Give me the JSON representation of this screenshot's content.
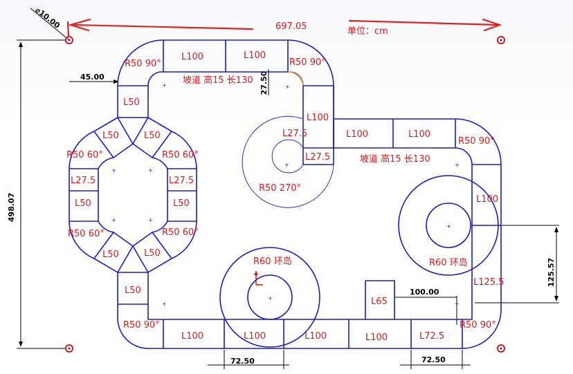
{
  "header": {
    "total_width": "697.05",
    "unit_label": "单位：cm",
    "hole_diameter": "⌀10.00"
  },
  "dimensions": {
    "total_height": "498.07",
    "left_offset": "45.00",
    "ramp_rise": "27.50",
    "right_circle_offset": "125.57",
    "bottom_offset_right": "100.00",
    "bottom_left_gap": "72.50",
    "bottom_right_gap": "72.50"
  },
  "segments": {
    "top_l100_a": "L100",
    "top_l100_b": "L100",
    "top_r50_left": "R50 90°",
    "top_r50_right": "R50 90°",
    "ramp_top": "坡道 高15 长130",
    "left_l50_top": "L50",
    "oct_l50_tl": "L50",
    "oct_l50_tr": "L50",
    "oct_r50_tl": "R50 60°",
    "oct_r50_tr": "R50 60°",
    "oct_l275_left": "L27.5",
    "oct_l275_right": "L27.5",
    "oct_l50_left": "L50",
    "oct_l50_right": "L50",
    "oct_r50_bl": "R50 60°",
    "oct_r50_br": "R50 60°",
    "oct_l50_bl": "L50",
    "oct_l50_br": "L50",
    "left_l50_bottom": "L50",
    "bottom_r50_left": "R50 90°",
    "mid_l100_vert": "L100",
    "loop_l275_top": "L27.5",
    "loop_l275_bottom": "L27.5",
    "loop_r50": "R50 270°",
    "mid_l100_a": "L100",
    "mid_l100_b": "L100",
    "mid_r50_right": "R50 90°",
    "ramp_mid": "坡道 高15 长130",
    "right_l100": "L100",
    "right_circle": "R60 环岛",
    "right_l1255": "L125.5",
    "center_circle": "R60 环岛",
    "bottom_l100_a": "L100",
    "bottom_l100_b": "L100",
    "bottom_l100_c": "L100",
    "bottom_l100_d": "L100",
    "bottom_l725": "L72.5",
    "bottom_l65": "L65",
    "bottom_r50_right": "R50 90°"
  }
}
